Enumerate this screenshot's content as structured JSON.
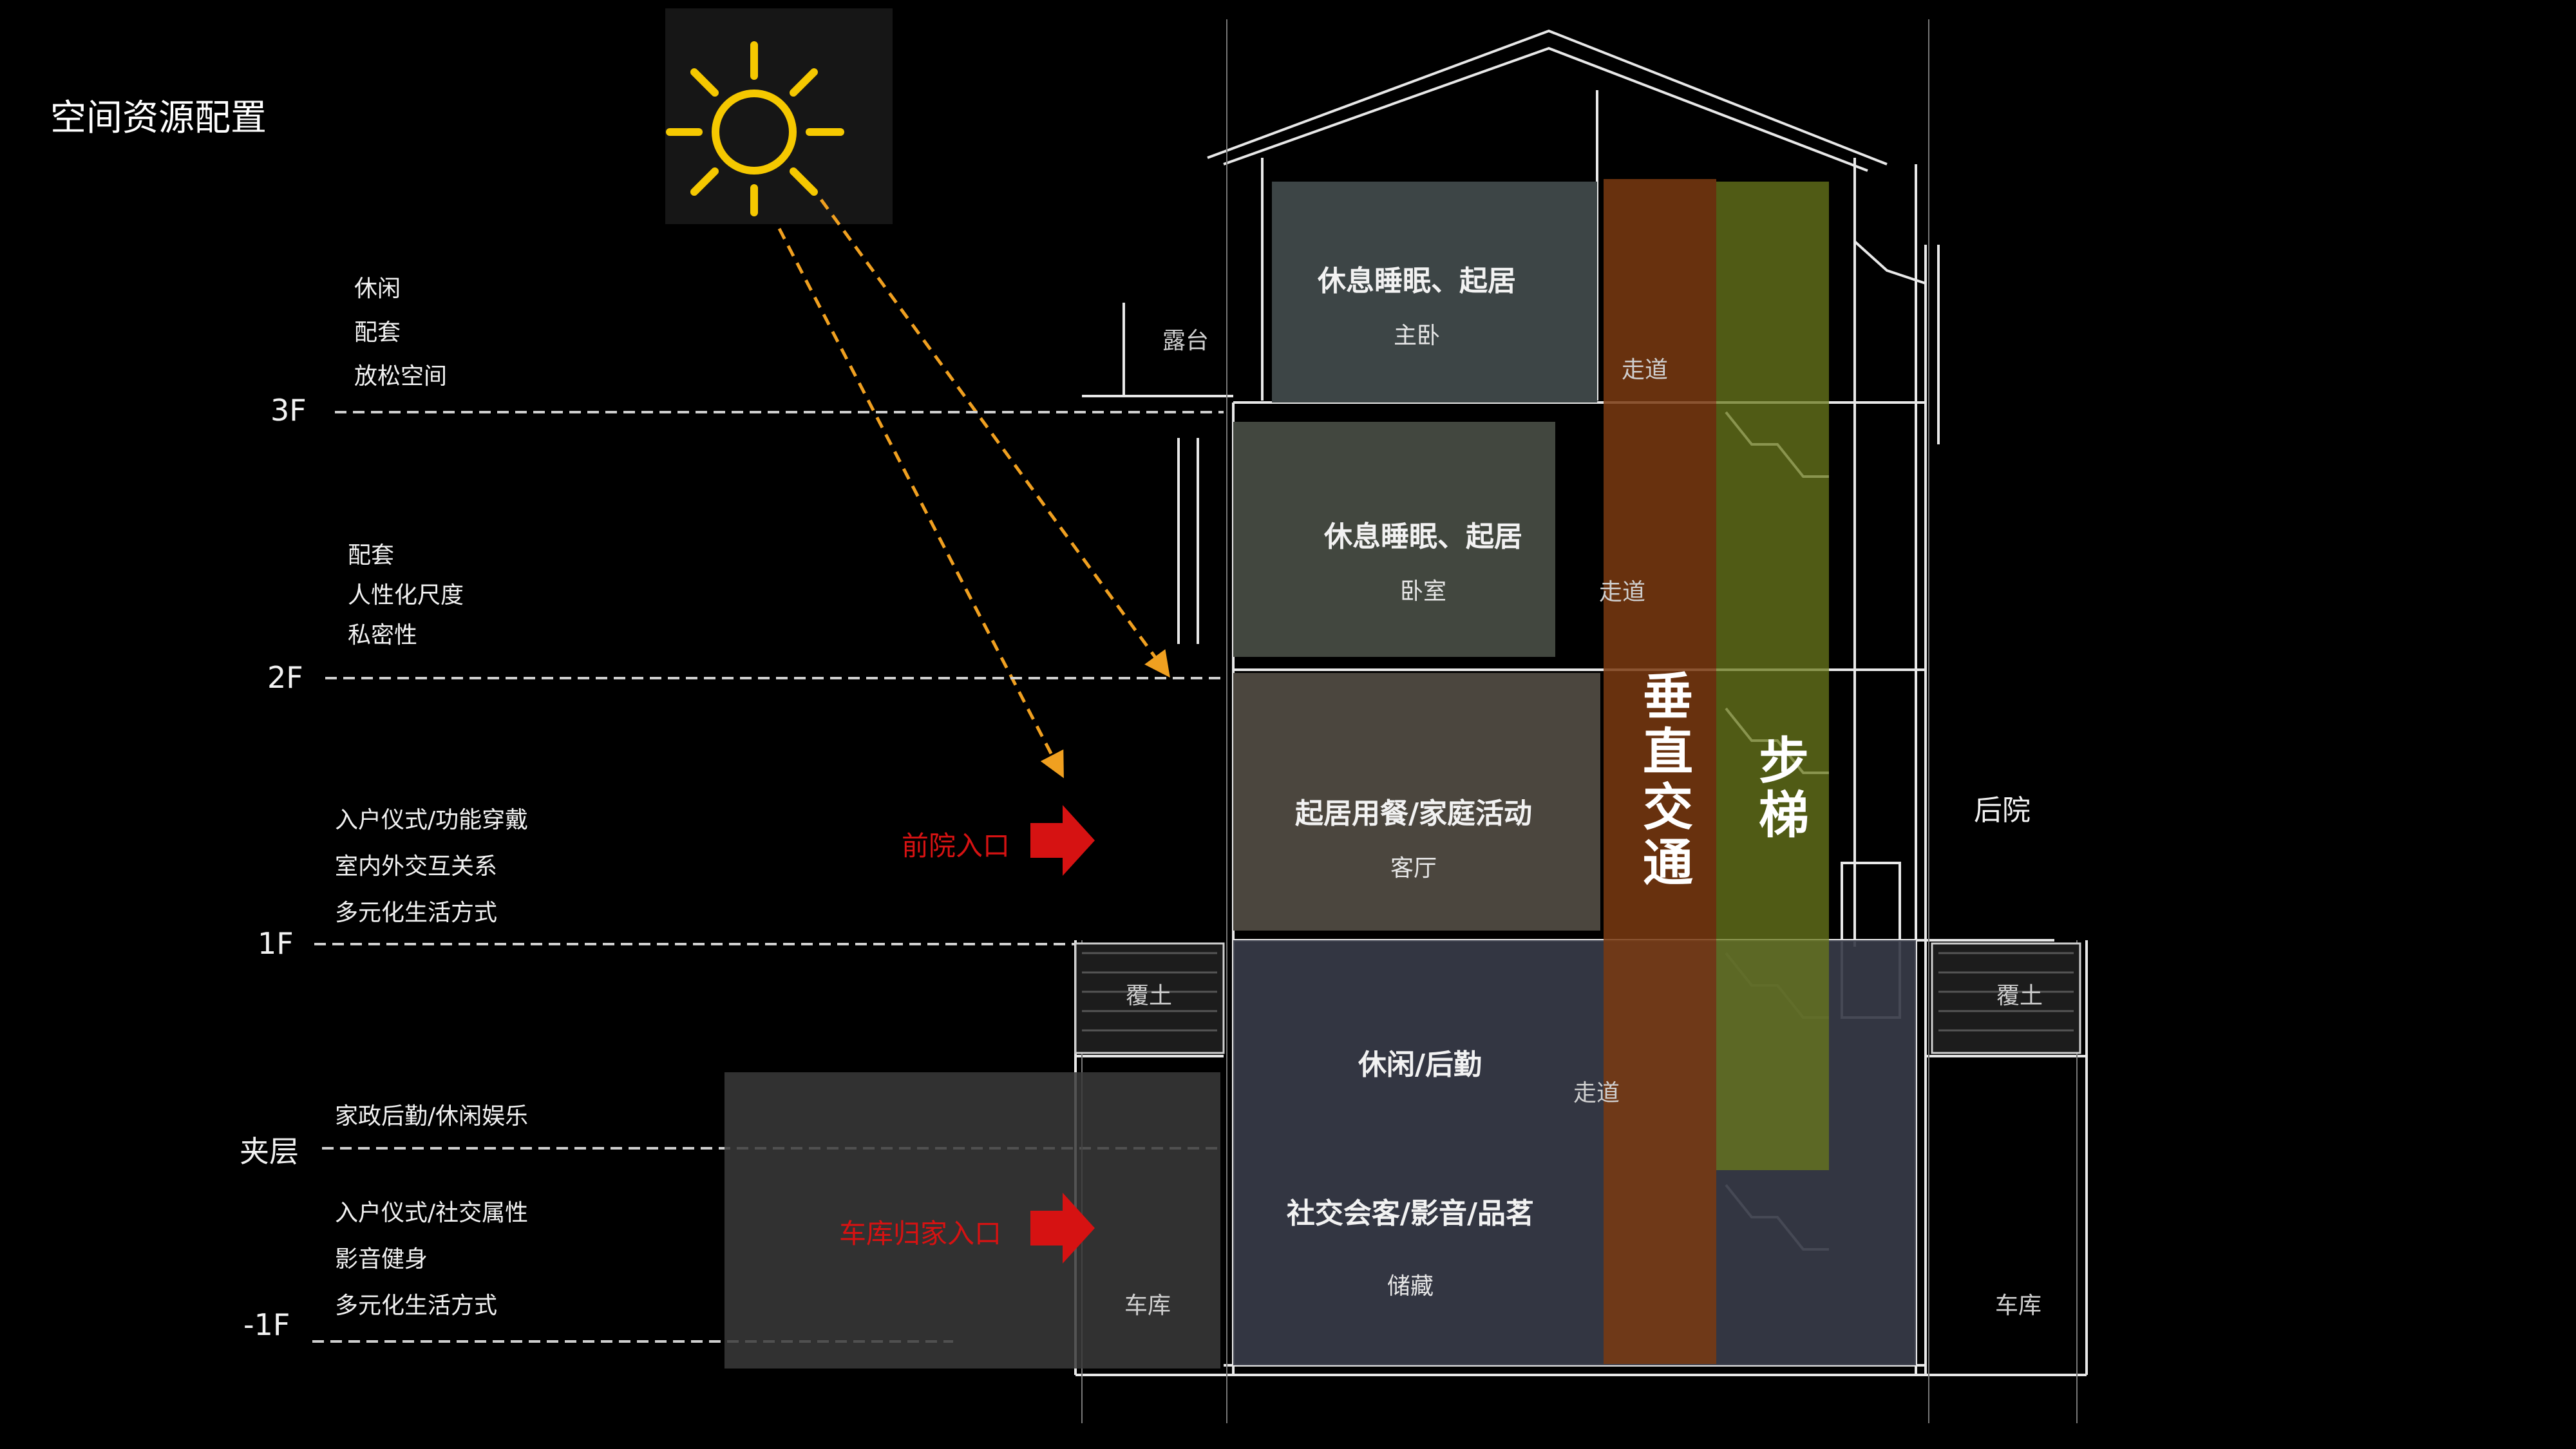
{
  "title": "空间资源配置",
  "floor_labels": {
    "f3": "3F",
    "f2": "2F",
    "f1": "1F",
    "mezz": "夹层",
    "b1": "-1F"
  },
  "annotations": {
    "f3": [
      "休闲",
      "配套",
      "放松空间"
    ],
    "f2": [
      "配套",
      "人性化尺度",
      "私密性"
    ],
    "f1": [
      "入户仪式/功能穿戴",
      "室内外交互关系",
      "多元化生活方式"
    ],
    "mezz": [
      "家政后勤/休闲娱乐"
    ],
    "b1": [
      "入户仪式/社交属性",
      "影音健身",
      "多元化生活方式"
    ]
  },
  "rooms": {
    "f3": {
      "title": "休息睡眠、起居",
      "sub": "主卧"
    },
    "f2": {
      "title": "休息睡眠、起居",
      "sub": "卧室"
    },
    "f1": {
      "title": "起居用餐/家庭活动",
      "sub": "客厅"
    },
    "mezz": {
      "title": "休闲/后勤"
    },
    "b1": {
      "title": "社交会客/影音/品茗",
      "sub": "储藏"
    }
  },
  "cad_labels": {
    "terrace": "露台",
    "corridor": "走道",
    "soil": "覆土",
    "garage": "车库",
    "backyard": "后院"
  },
  "entries": {
    "front": "前院入口",
    "garage": "车库归家入口"
  },
  "vertical": {
    "traffic": "垂直交通",
    "stairs": "步梯"
  },
  "colors": {
    "sun": "#f5c800",
    "rays": "#f0a020",
    "arrow": "#d61212",
    "traffic_band": "#7a3a10",
    "stairs_band": "#6b7a1c",
    "room_f3": "#3d4546",
    "room_f2": "#42473f",
    "room_f1": "#4b463e",
    "room_basement": "#373b48",
    "garage_box": "#3a3a3a"
  }
}
